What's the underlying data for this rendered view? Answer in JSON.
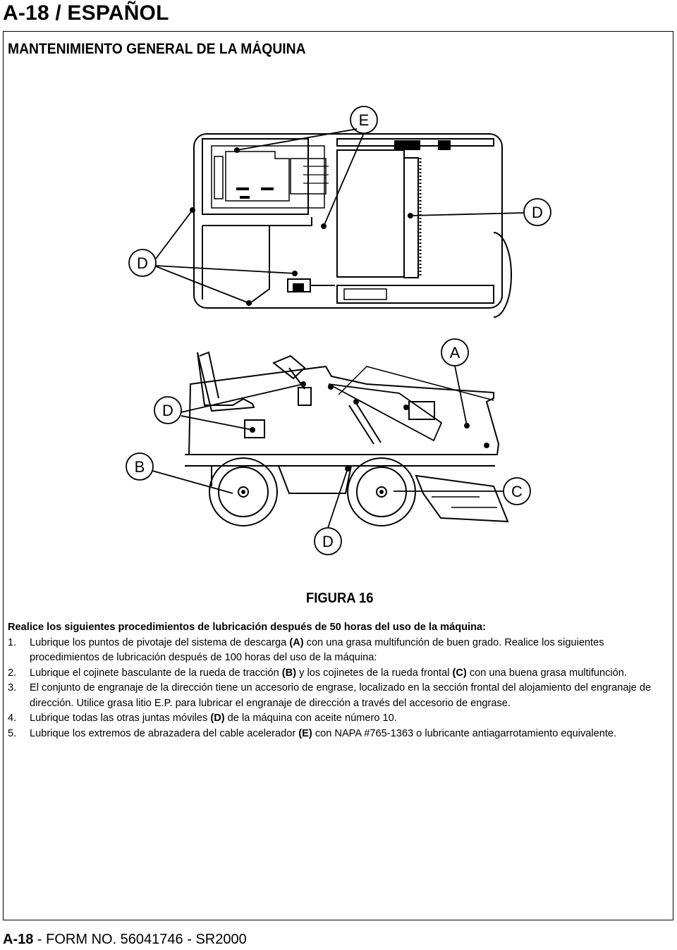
{
  "header": {
    "page_label": "A-18 / ESPAÑOL"
  },
  "section": {
    "title": "MANTENIMIENTO GENERAL DE LA MÁQUINA"
  },
  "figure": {
    "caption": "FIGURA 16",
    "callouts": {
      "top_e": "E",
      "top_d_right": "D",
      "top_d_left": "D",
      "side_a": "A",
      "side_d": "D",
      "side_b": "B",
      "side_c": "C",
      "side_d_bottom": "D"
    }
  },
  "instructions": {
    "intro": "Realice los siguientes procedimientos de lubricación después de 50 horas del uso de la máquina:",
    "items": [
      {
        "num": "1.",
        "parts": [
          {
            "t": "Lubrique los puntos de pivotaje del sistema de descarga ",
            "b": false
          },
          {
            "t": "(A)",
            "b": true
          },
          {
            "t": " con una grasa multifunción de buen grado. Realice los siguientes procedimientos de lubricación después de 100 horas del uso de la máquina:",
            "b": false
          }
        ]
      },
      {
        "num": "2.",
        "parts": [
          {
            "t": "Lubrique el cojinete basculante de la rueda de tracción ",
            "b": false
          },
          {
            "t": "(B)",
            "b": true
          },
          {
            "t": " y los cojinetes de la rueda frontal ",
            "b": false
          },
          {
            "t": "(C)",
            "b": true
          },
          {
            "t": " con una buena grasa multifunción.",
            "b": false
          }
        ]
      },
      {
        "num": "3.",
        "parts": [
          {
            "t": "El conjunto de engranaje de la dirección tiene un accesorio de engrase, localizado en la sección frontal del alojamiento del engranaje de dirección.  Utilice grasa litio E.P. para lubricar el engranaje de dirección a través del accesorio de engrase.",
            "b": false
          }
        ]
      },
      {
        "num": "4.",
        "parts": [
          {
            "t": "Lubrique todas las otras juntas móviles ",
            "b": false
          },
          {
            "t": "(D)",
            "b": true
          },
          {
            "t": " de la máquina con aceite número 10.",
            "b": false
          }
        ]
      },
      {
        "num": "5.",
        "parts": [
          {
            "t": "Lubrique los extremos de abrazadera del cable acelerador ",
            "b": false
          },
          {
            "t": "(E)",
            "b": true
          },
          {
            "t": "  con NAPA #765-1363 o lubricante antiagarrotamiento equivalente.",
            "b": false
          }
        ]
      }
    ]
  },
  "footer": {
    "bold": "A-18",
    "rest": " - FORM NO. 56041746 - SR2000"
  }
}
